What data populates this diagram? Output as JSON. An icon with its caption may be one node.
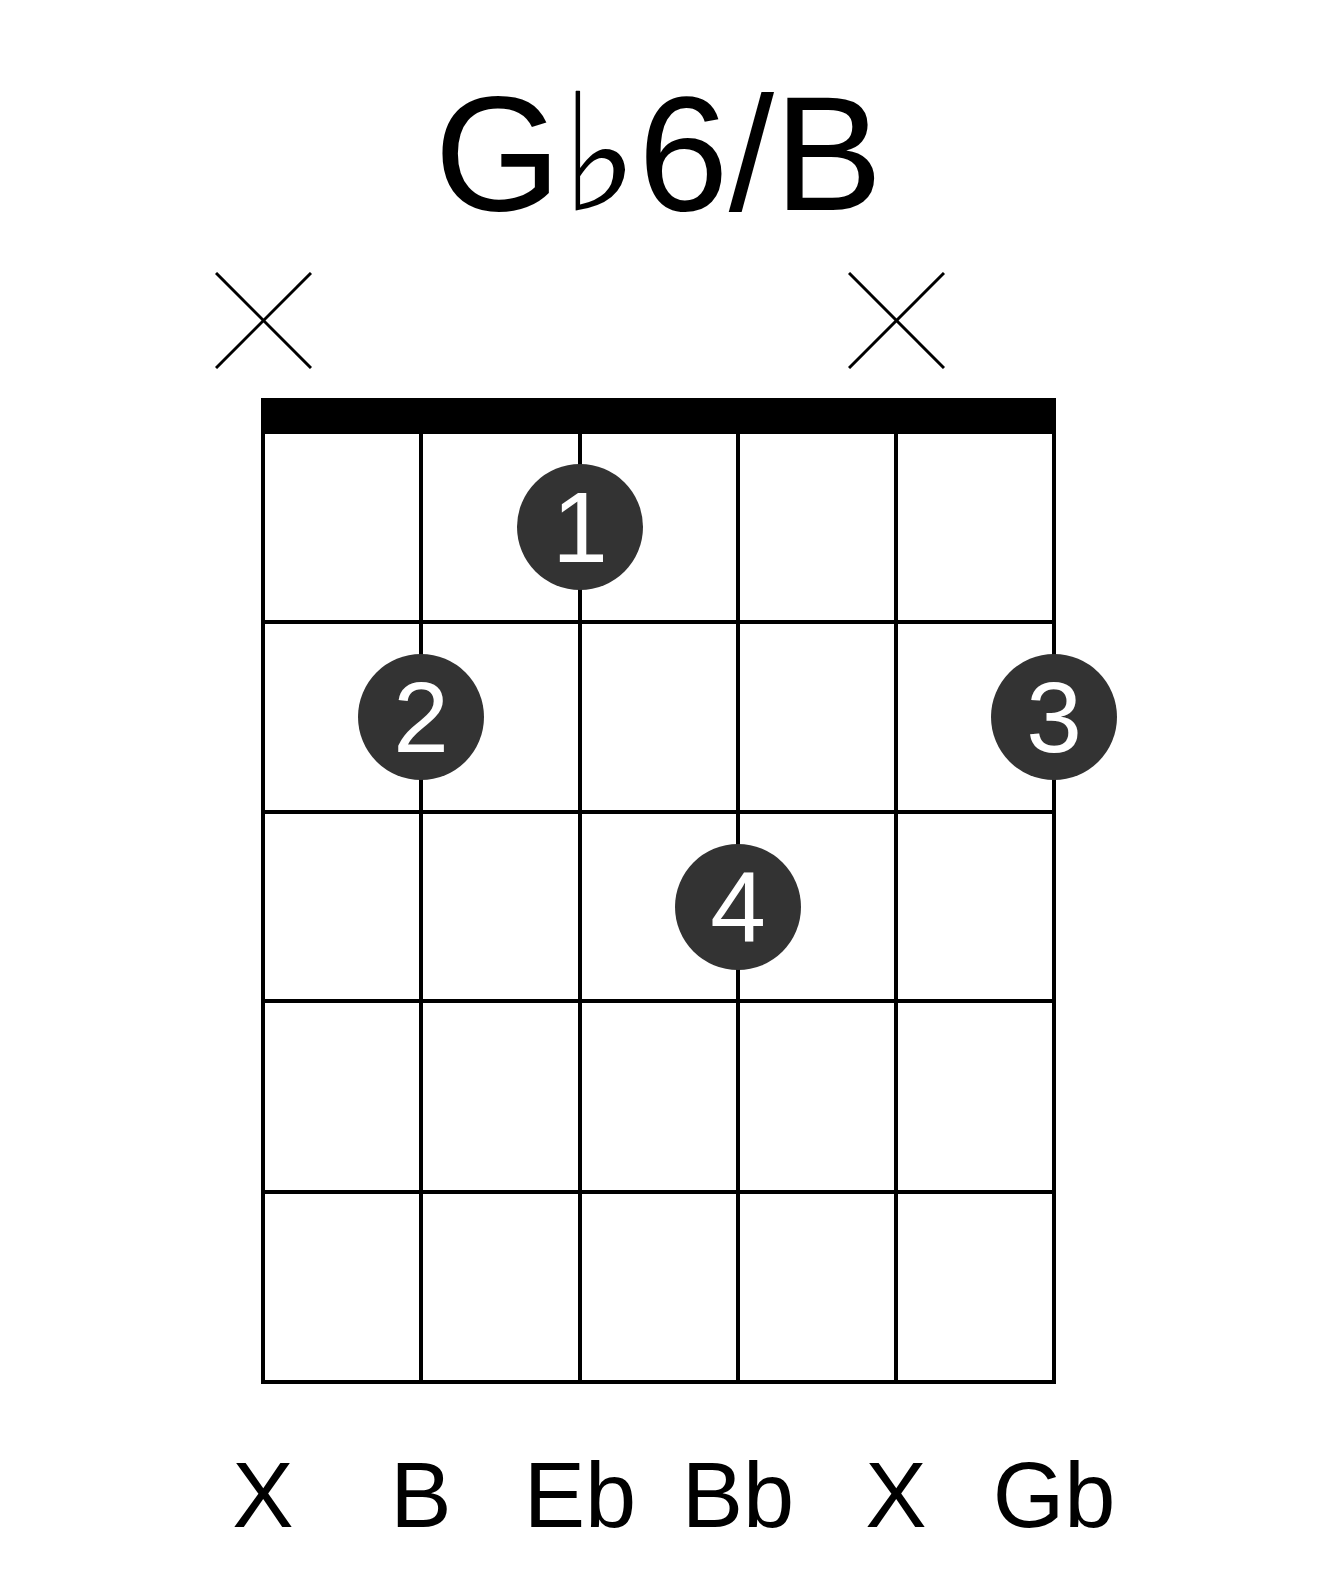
{
  "diagram": {
    "title": "G♭6/B",
    "nodes": [
      {
        "text": [
          "1"
        ]
      },
      {
        "text": [
          "2"
        ]
      },
      {
        "text": [
          "3"
        ]
      },
      {
        "text": [
          "4"
        ]
      }
    ],
    "labels": [
      "X",
      "B",
      "Eb",
      "Bb",
      "X",
      "Gb"
    ]
  }
}
